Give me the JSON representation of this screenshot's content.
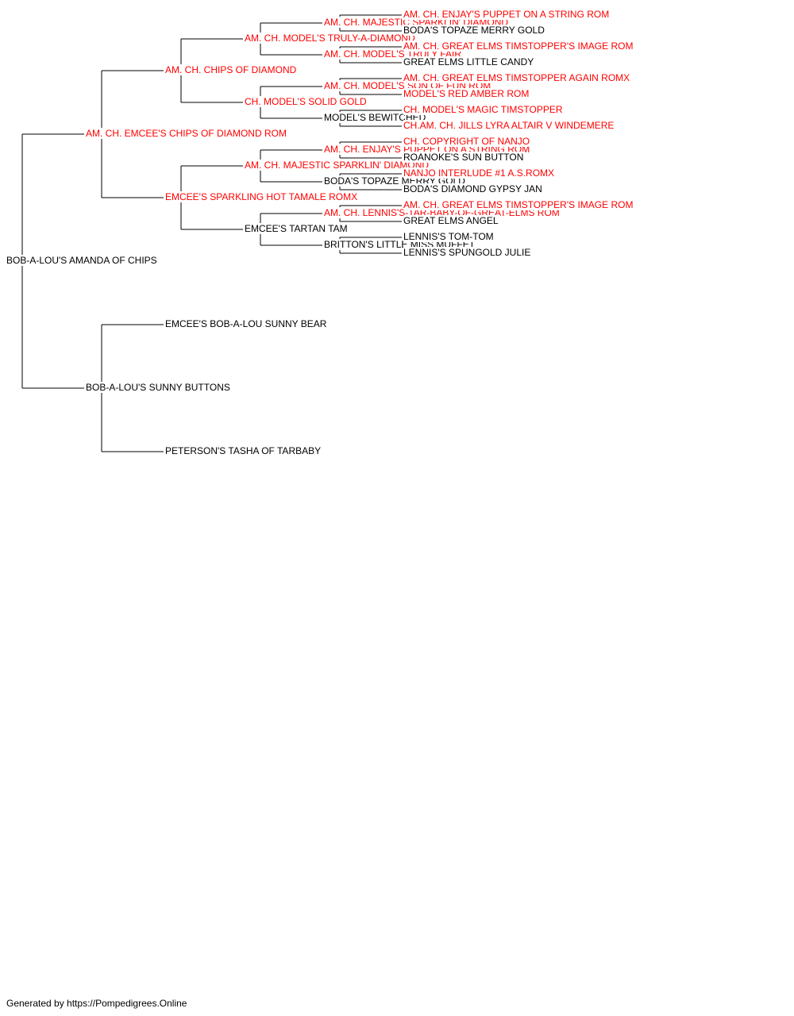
{
  "colors": {
    "titled": "#ff0000",
    "untitled": "#000000",
    "line": "#000000"
  },
  "pedigree": {
    "name": "BOB-A-LOU'S AMANDA OF CHIPS",
    "titled": false,
    "sire": {
      "name": "AM. CH. EMCEE'S CHIPS OF DIAMOND ROM",
      "titled": true,
      "sire": {
        "name": "AM. CH. CHIPS OF DIAMOND",
        "titled": true,
        "sire": {
          "name": "AM. CH. MODEL'S TRULY-A-DIAMOND",
          "titled": true,
          "sire": {
            "name": "AM. CH. MAJESTIC SPARKLIN' DIAMOND",
            "titled": true,
            "sire": {
              "name": "AM. CH. ENJAY'S PUPPET ON A STRING ROM",
              "titled": true
            },
            "dam": {
              "name": "BODA'S TOPAZE MERRY GOLD",
              "titled": false
            }
          },
          "dam": {
            "name": "AM. CH. MODEL'S TRULY FAIR",
            "titled": true,
            "sire": {
              "name": "AM. CH. GREAT ELMS TIMSTOPPER'S IMAGE ROM",
              "titled": true
            },
            "dam": {
              "name": "GREAT ELMS LITTLE CANDY",
              "titled": false
            }
          }
        },
        "dam": {
          "name": "CH. MODEL'S SOLID GOLD",
          "titled": true,
          "sire": {
            "name": "AM. CH. MODEL'S SON OF FUN ROM",
            "titled": true,
            "sire": {
              "name": "AM. CH. GREAT ELMS TIMSTOPPER AGAIN ROMX",
              "titled": true
            },
            "dam": {
              "name": "MODEL'S RED AMBER ROM",
              "titled": true
            }
          },
          "dam": {
            "name": "MODEL'S BEWITCHED",
            "titled": false,
            "sire": {
              "name": "CH. MODEL'S MAGIC TIMSTOPPER",
              "titled": true
            },
            "dam": {
              "name": "CH.AM. CH. JILLS LYRA ALTAIR V WINDEMERE",
              "titled": true
            }
          }
        }
      },
      "dam": {
        "name": "EMCEE'S SPARKLING HOT TAMALE ROMX",
        "titled": true,
        "sire": {
          "name": "AM. CH. MAJESTIC SPARKLIN' DIAMOND",
          "titled": true,
          "sire": {
            "name": "AM. CH. ENJAY'S PUPPET ON A STRING ROM",
            "titled": true,
            "sire": {
              "name": "CH. COPYRIGHT OF NANJO",
              "titled": true
            },
            "dam": {
              "name": "ROANOKE'S SUN BUTTON",
              "titled": false
            }
          },
          "dam": {
            "name": "BODA'S TOPAZE MERRY GOLD",
            "titled": false,
            "sire": {
              "name": "NANJO INTERLUDE #1 A.S.ROMX",
              "titled": true
            },
            "dam": {
              "name": "BODA'S DIAMOND GYPSY JAN",
              "titled": false
            }
          }
        },
        "dam": {
          "name": "EMCEE'S TARTAN TAM",
          "titled": false,
          "sire": {
            "name": "AM. CH. LENNIS'S-TAR-BABY-OF-GREAT-ELMS ROM",
            "titled": true,
            "sire": {
              "name": "AM. CH. GREAT ELMS TIMSTOPPER'S IMAGE ROM",
              "titled": true
            },
            "dam": {
              "name": "GREAT ELMS ANGEL",
              "titled": false
            }
          },
          "dam": {
            "name": "BRITTON'S LITTLE MISS MUFFET",
            "titled": false,
            "sire": {
              "name": "LENNIS'S TOM-TOM",
              "titled": false
            },
            "dam": {
              "name": "LENNIS'S SPUNGOLD JULIE",
              "titled": false
            }
          }
        }
      }
    },
    "dam": {
      "name": "BOB-A-LOU'S SUNNY BUTTONS",
      "titled": false,
      "sire": {
        "name": "EMCEE'S BOB-A-LOU SUNNY BEAR",
        "titled": false
      },
      "dam": {
        "name": "PETERSON'S TASHA OF TARBABY",
        "titled": false
      }
    }
  },
  "footer": {
    "text": "Generated by https://Pompedigrees.Online"
  }
}
